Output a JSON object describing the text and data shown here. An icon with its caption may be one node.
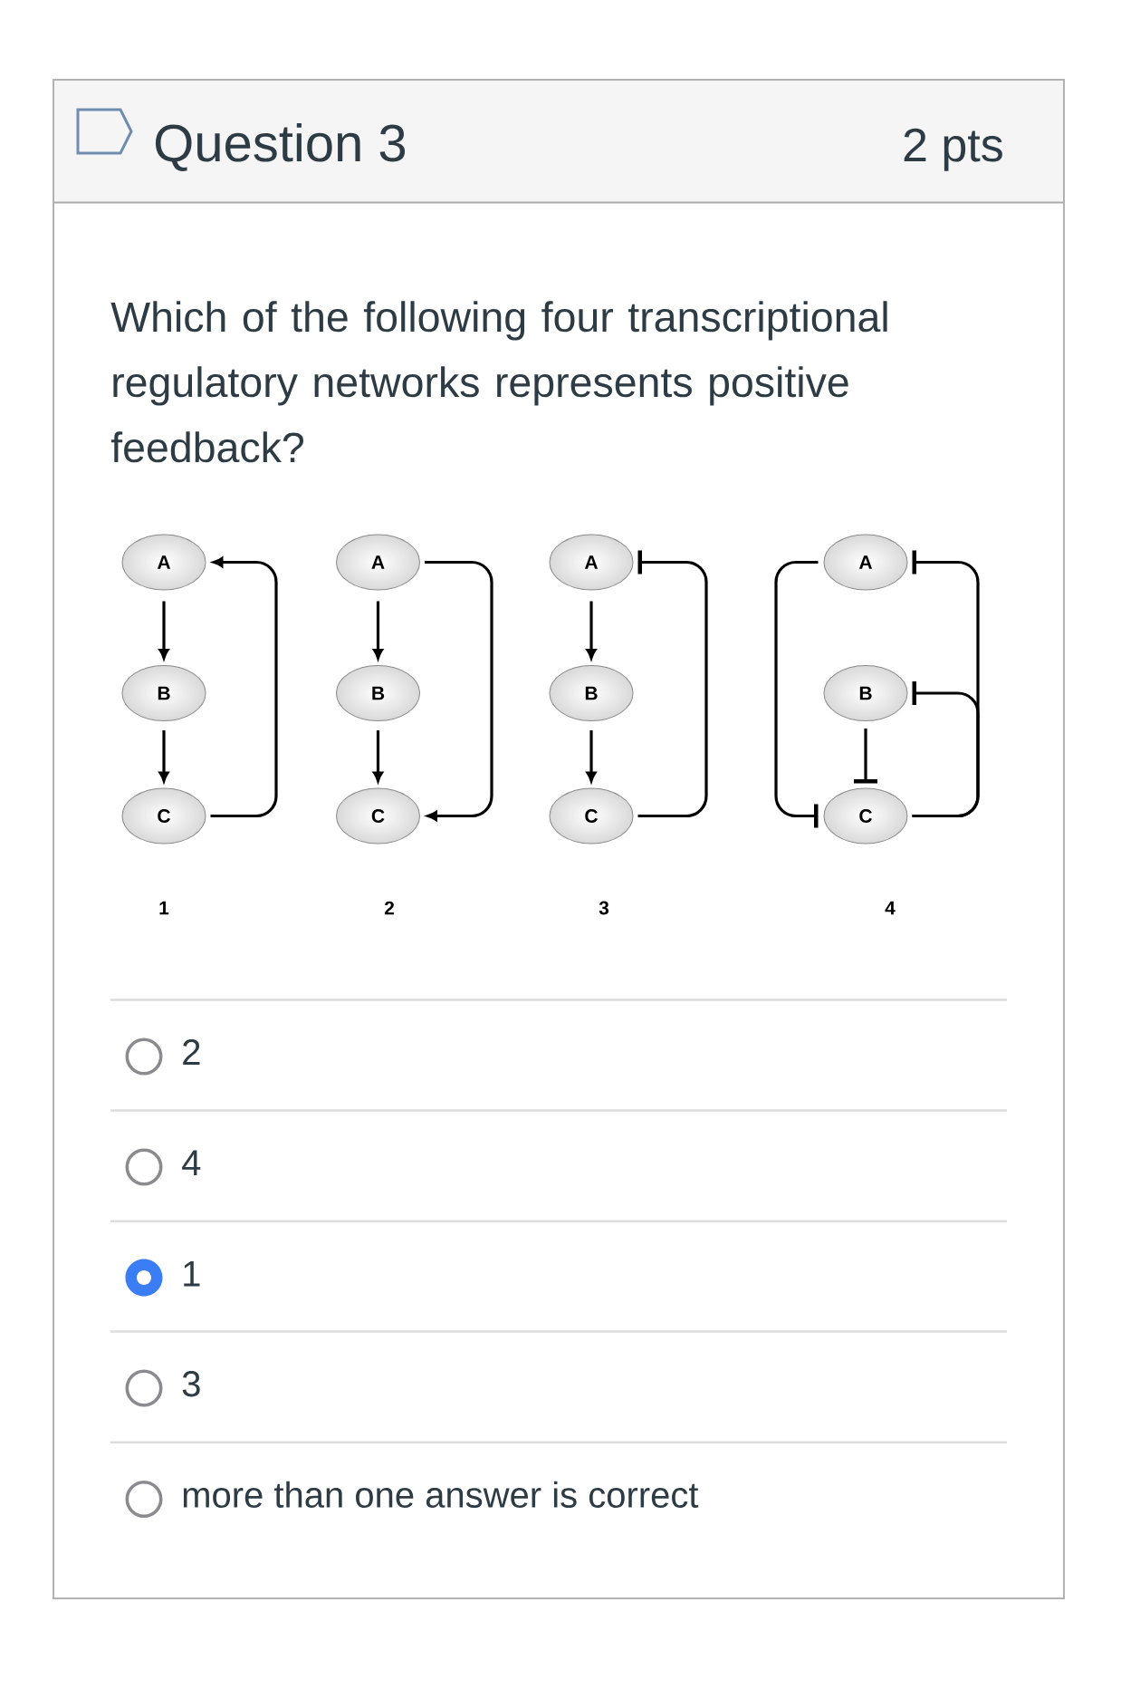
{
  "diagram": {
    "title": "Question 3",
    "nodes": [
      {
        "text": [
          "A"
        ]
      },
      {
        "text": [
          "B"
        ]
      },
      {
        "text": [
          "C"
        ]
      },
      {
        "text": [
          "A"
        ]
      },
      {
        "text": [
          "B"
        ]
      },
      {
        "text": [
          "C"
        ]
      },
      {
        "text": [
          "A"
        ]
      },
      {
        "text": [
          "B"
        ]
      },
      {
        "text": [
          "C"
        ]
      },
      {
        "text": [
          "A"
        ]
      },
      {
        "text": [
          "B"
        ]
      },
      {
        "text": [
          "C"
        ]
      }
    ],
    "edges": [
      {
        "from": 0,
        "to": 1,
        "arrow": "to"
      },
      {
        "from": 1,
        "to": 2,
        "arrow": "to"
      },
      {
        "from": 2,
        "to": 0,
        "arrow": "to"
      },
      {
        "from": 3,
        "to": 4,
        "arrow": "to"
      },
      {
        "from": 4,
        "to": 5,
        "arrow": "to"
      },
      {
        "from": 3,
        "to": 5,
        "arrow": "to"
      },
      {
        "from": 6,
        "to": 7,
        "arrow": "to"
      },
      {
        "from": 7,
        "to": 8,
        "arrow": "to"
      },
      {
        "from": 8,
        "to": 6,
        "arrow": "other"
      },
      {
        "from": 11,
        "to": 9,
        "arrow": "other"
      },
      {
        "from": 11,
        "to": 10,
        "arrow": "other"
      },
      {
        "from": 10,
        "to": 11,
        "arrow": "other"
      },
      {
        "from": 9,
        "to": 11,
        "arrow": "other"
      }
    ],
    "labels": [
      "2 pts",
      "Which of the following four transcriptional regulatory networks represents positive feedback?",
      "1",
      "2",
      "3",
      "4",
      "2",
      "4",
      "1",
      "3",
      "more than one answer is correct"
    ]
  }
}
